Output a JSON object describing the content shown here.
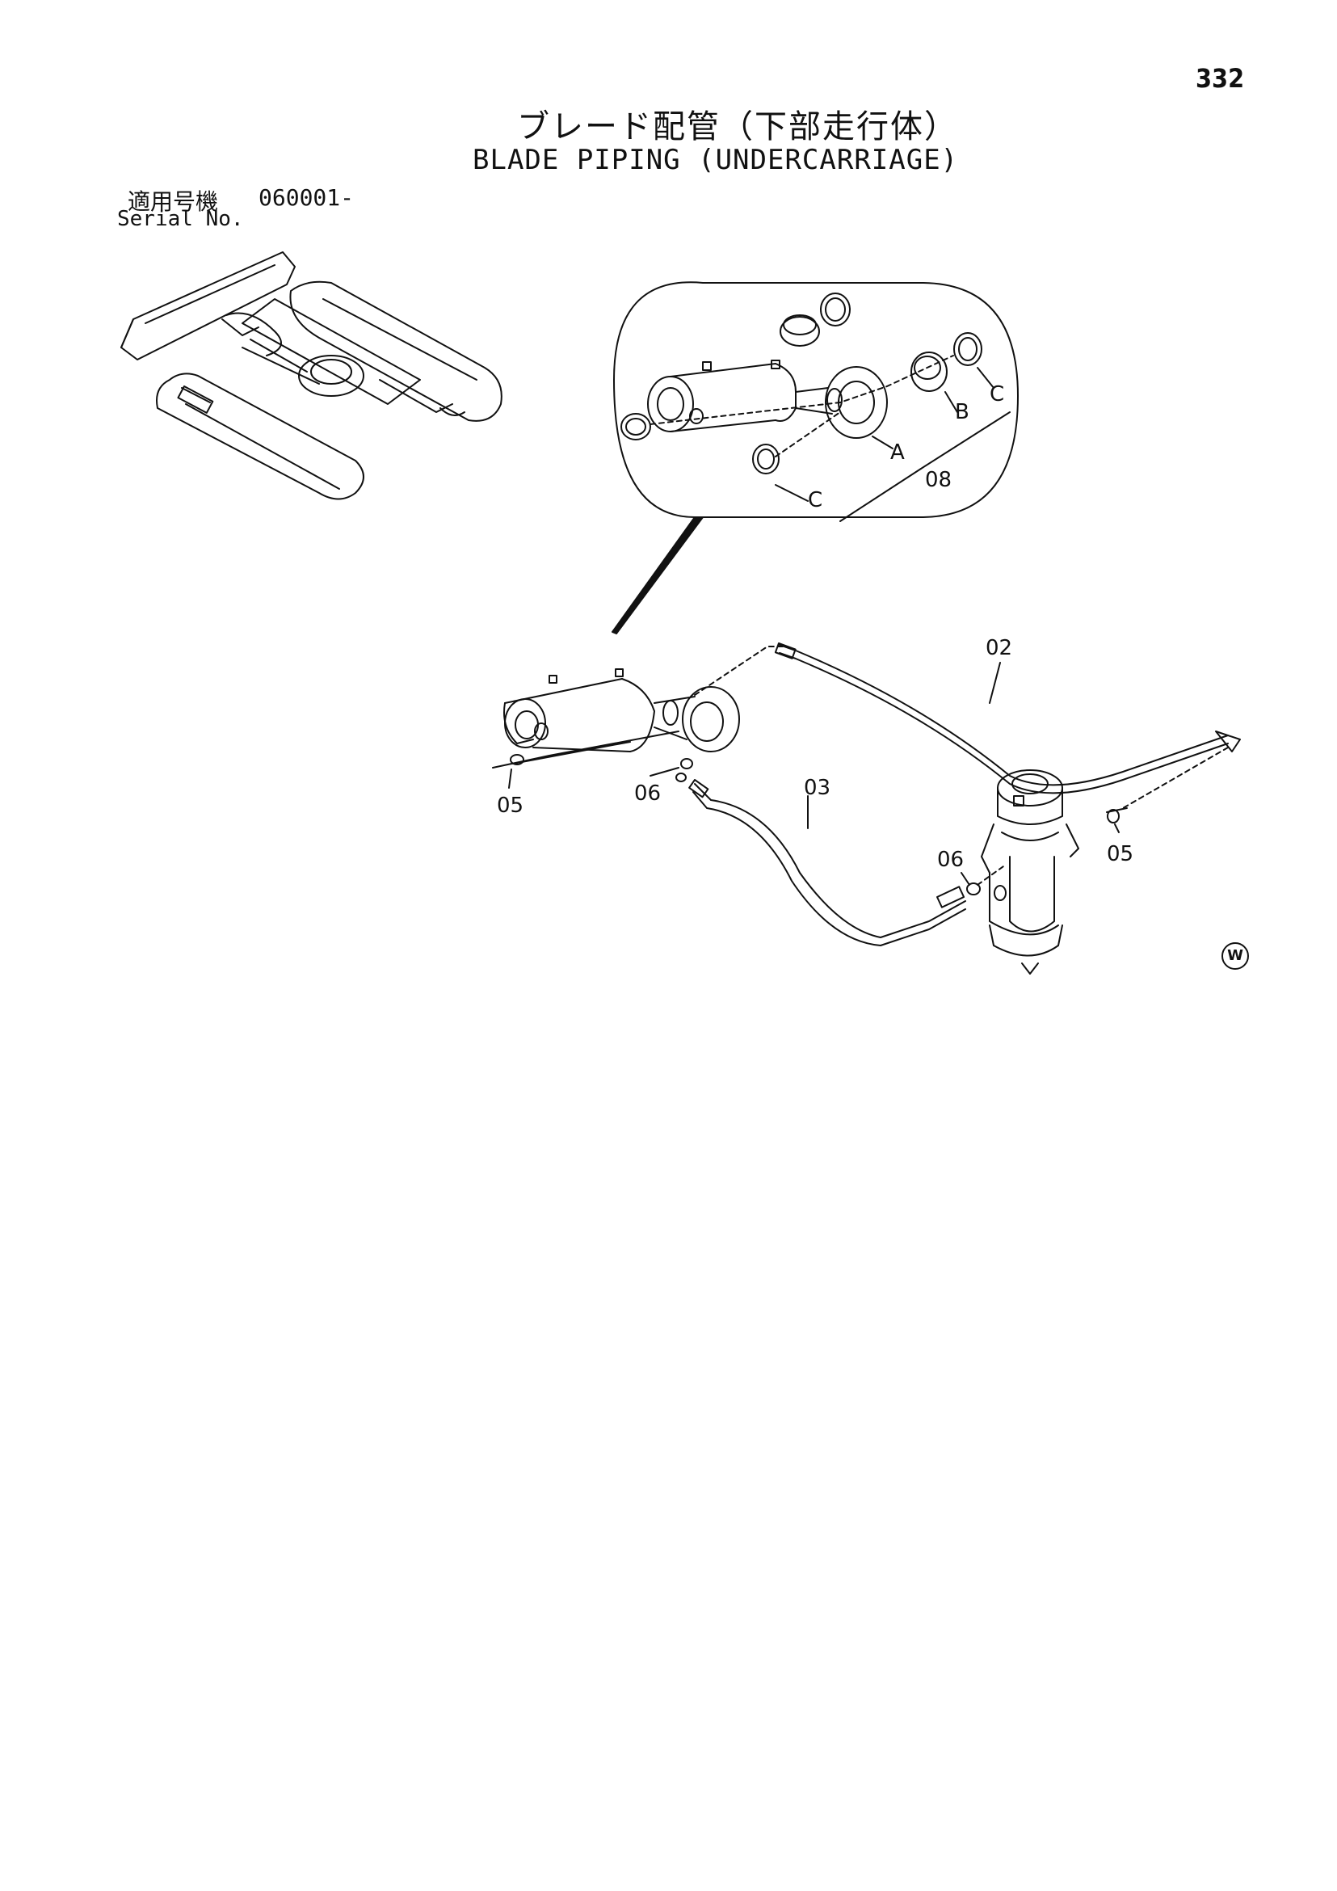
{
  "page_number": "332",
  "title_jp": "ブレード配管（下部走行体）",
  "title_en": "BLADE PIPING (UNDERCARRIAGE)",
  "serial": {
    "label_jp": "適用号機",
    "value": "060001-",
    "label_en": "Serial No."
  },
  "callouts": {
    "c02": "02",
    "c03": "03",
    "c05_left": "05",
    "c05_right": "05",
    "c06_left": "06",
    "c06_right": "06",
    "c08": "08",
    "cA": "A",
    "cB": "B",
    "cC_top": "C",
    "cC_bottom": "C"
  },
  "maker_mark": "W"
}
